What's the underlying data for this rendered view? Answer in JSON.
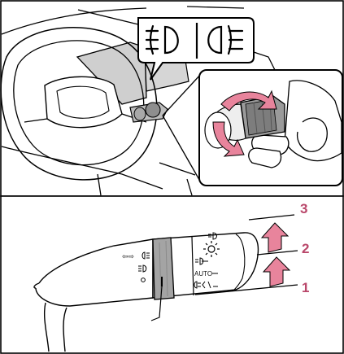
{
  "top_panel": {
    "icon_front_fog": "front-fog-light-icon",
    "icon_rear_fog": "rear-fog-light-icon"
  },
  "bottom_panel": {
    "lever_labels": {
      "auto": "AUTO",
      "turn_arrows": "⇦⇨"
    },
    "step_numbers": [
      "1",
      "2",
      "3"
    ],
    "colors": {
      "arrow_pink": "#e8849c",
      "number_pink": "#b9476a",
      "switch_gray": "#a4a4a4"
    }
  }
}
